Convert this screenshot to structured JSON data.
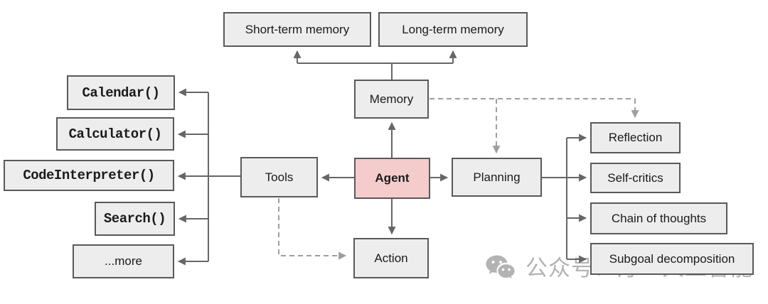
{
  "diagram": {
    "nodes": {
      "short_term_memory": "Short-term memory",
      "long_term_memory": "Long-term memory",
      "memory": "Memory",
      "agent": "Agent",
      "tools": "Tools",
      "action": "Action",
      "planning": "Planning",
      "calendar": "Calendar()",
      "calculator": "Calculator()",
      "code_interpreter": "CodeInterpreter()",
      "search": "Search()",
      "more": "...more",
      "reflection": "Reflection",
      "self_critics": "Self-critics",
      "chain_of_thoughts": "Chain of thoughts",
      "subgoal_decomposition": "Subgoal decomposition"
    },
    "edges": [
      {
        "from": "Agent",
        "to": "Memory",
        "style": "solid"
      },
      {
        "from": "Agent",
        "to": "Tools",
        "style": "solid"
      },
      {
        "from": "Agent",
        "to": "Planning",
        "style": "solid"
      },
      {
        "from": "Agent",
        "to": "Action",
        "style": "solid"
      },
      {
        "from": "Memory",
        "to": "Short-term memory",
        "style": "solid"
      },
      {
        "from": "Memory",
        "to": "Long-term memory",
        "style": "solid"
      },
      {
        "from": "Tools",
        "to": "Calendar()",
        "style": "solid"
      },
      {
        "from": "Tools",
        "to": "Calculator()",
        "style": "solid"
      },
      {
        "from": "Tools",
        "to": "CodeInterpreter()",
        "style": "solid"
      },
      {
        "from": "Tools",
        "to": "Search()",
        "style": "solid"
      },
      {
        "from": "Tools",
        "to": "...more",
        "style": "solid"
      },
      {
        "from": "Planning",
        "to": "Reflection",
        "style": "solid"
      },
      {
        "from": "Planning",
        "to": "Self-critics",
        "style": "solid"
      },
      {
        "from": "Planning",
        "to": "Chain of thoughts",
        "style": "solid"
      },
      {
        "from": "Planning",
        "to": "Subgoal decomposition",
        "style": "solid"
      },
      {
        "from": "Memory",
        "to": "Planning",
        "style": "dashed"
      },
      {
        "from": "Memory",
        "to": "Reflection",
        "style": "dashed"
      },
      {
        "from": "Tools",
        "to": "Action",
        "style": "dashed"
      }
    ],
    "colors": {
      "node_fill": "#ededee",
      "node_border": "#595959",
      "agent_fill": "#f4cccc",
      "solid_line": "#666666",
      "dashed_line": "#9e9e9e",
      "text": "#1b1b1b",
      "watermark": "#b3b3b3"
    },
    "watermark": {
      "icon": "wechat-icon",
      "text": "公众号：汀丶人工智能"
    }
  }
}
